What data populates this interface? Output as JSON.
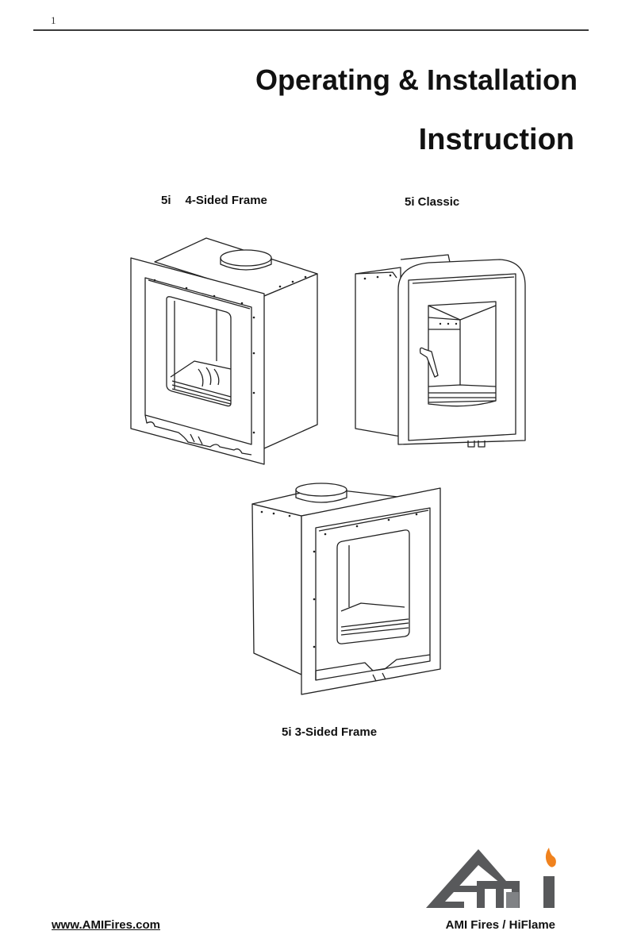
{
  "page": {
    "number": "1"
  },
  "title": {
    "line1": "Operating & Installation",
    "line2": "Instruction"
  },
  "figures": [
    {
      "model": "5i",
      "variant": "4-Sided Frame",
      "icon": "stove-4-sided-frame-drawing"
    },
    {
      "model": "5i",
      "variant": "Classic",
      "caption": "5i Classic",
      "icon": "stove-classic-drawing"
    },
    {
      "model": "5i",
      "variant": "3-Sided Frame",
      "caption": "5i 3-Sided Frame",
      "icon": "stove-3-sided-frame-drawing"
    }
  ],
  "logo": {
    "name": "AMI",
    "icon": "ami-house-flame-logo",
    "colors": {
      "dark": "#58595b",
      "mid": "#808285",
      "flame": "#f0821e"
    }
  },
  "footer": {
    "website": "www.AMIFires.com",
    "brand": "AMI Fires / HiFlame"
  }
}
